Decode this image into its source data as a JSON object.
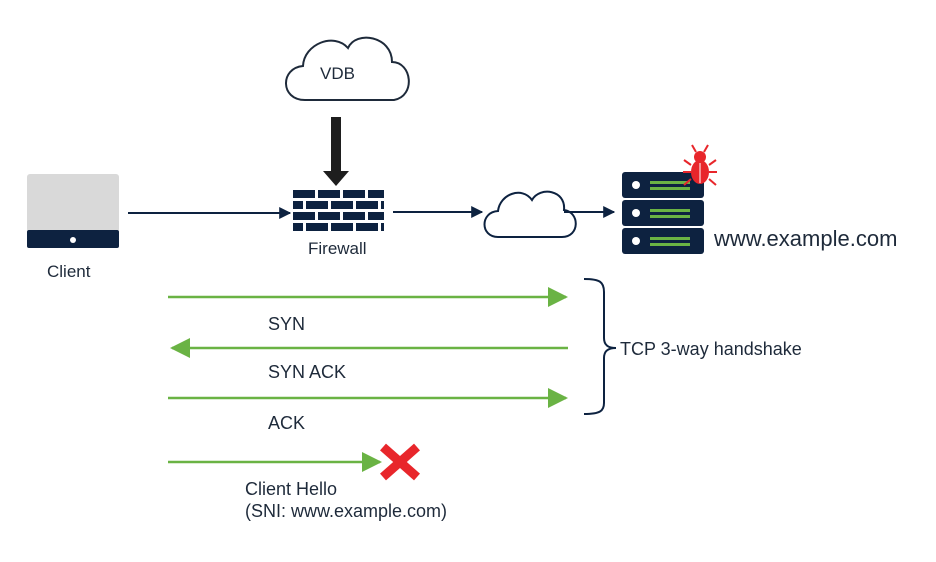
{
  "nodes": {
    "client": "Client",
    "firewall": "Firewall",
    "vdb": "VDB",
    "server": "www.example.com"
  },
  "messages": {
    "syn": "SYN",
    "syn_ack": "SYN ACK",
    "ack": "ACK",
    "client_hello_line1": "Client Hello",
    "client_hello_line2": "(SNI: www.example.com)"
  },
  "annotations": {
    "handshake": "TCP 3-way handshake"
  },
  "colors": {
    "navy": "#0d2240",
    "green": "#6ab344",
    "red": "#e8262b",
    "screen_gray": "#d9d9d9"
  },
  "icons": [
    "monitor-icon",
    "firewall-icon",
    "cloud-icon",
    "server-icon",
    "bug-icon",
    "blocked-x-icon"
  ]
}
